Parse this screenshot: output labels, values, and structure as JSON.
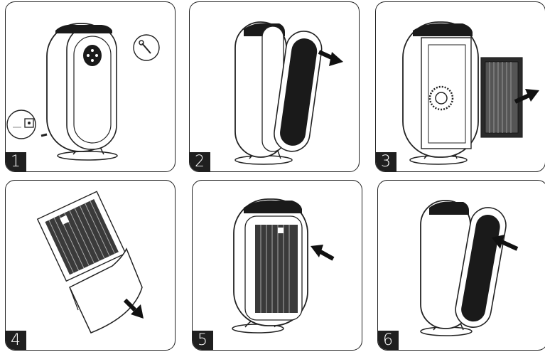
{
  "steps": [
    {
      "number": "1",
      "label": ""
    },
    {
      "number": "2",
      "label": ""
    },
    {
      "number": "3",
      "label": ""
    },
    {
      "number": "4",
      "label": ""
    },
    {
      "number": "5",
      "label": ""
    },
    {
      "number": "6",
      "label": ""
    }
  ],
  "colors": {
    "line": "#222222",
    "filter_dark": "#1a1a1a",
    "badge_bg": "#1f1f1f",
    "badge_text": "#ffffff"
  },
  "icons": [
    "unplug-icon",
    "wrench-icon",
    "arrow-icon"
  ]
}
